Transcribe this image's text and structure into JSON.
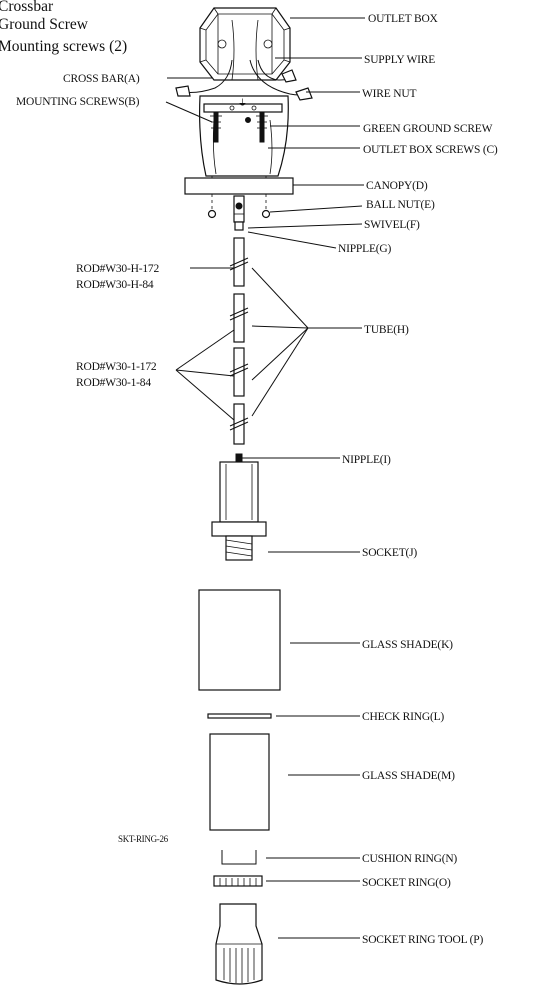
{
  "legend": {
    "line1": "Crossbar",
    "line2": "Ground Screw",
    "line3": "Mounting screws (2)"
  },
  "labels": {
    "outlet_box": "OUTLET BOX",
    "supply_wire": "SUPPLY WIRE",
    "cross_bar": "CROSS BAR(A)",
    "wire_nut": "WIRE NUT",
    "mounting_screws": "MOUNTING SCREWS(B)",
    "green_ground_screw": "GREEN GROUND SCREW",
    "outlet_box_screws": "OUTLET BOX  SCREWS (C)",
    "canopy": "CANOPY(D)",
    "ball_nut": "BALL   NUT(E)",
    "swivel": "SWIVEL(F)",
    "nipple_g": "NIPPLE(G)",
    "rod_h1": "ROD#W30-H-172",
    "rod_h2": "ROD#W30-H-84",
    "tube": "TUBE(H)",
    "rod_1": "ROD#W30-1-172",
    "rod_2": "ROD#W30-1-84",
    "nipple_i": "NIPPLE(I)",
    "socket": "SOCKET(J)",
    "glass_shade_k": "GLASS   SHADE(K)",
    "check_ring": "CHECK RING(L)",
    "glass_shade_m": "GLASS   SHADE(M)",
    "skt_ring": "SKT-RING-26",
    "cushion_ring": "CUSHION RING(N)",
    "socket_ring": "SOCKET  RING(O)",
    "socket_ring_tool": "SOCKET RING TOOL (P)"
  },
  "icons": {
    "ground_symbol": "ground-icon"
  }
}
